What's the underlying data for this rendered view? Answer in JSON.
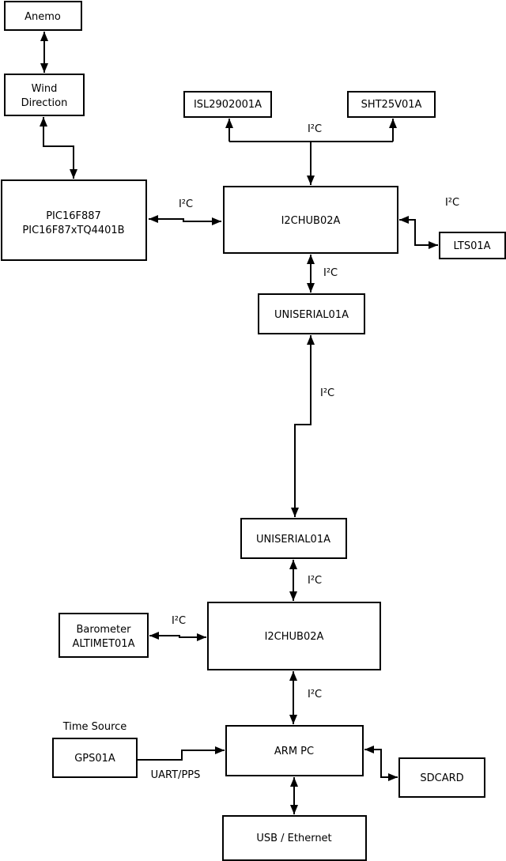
{
  "diagram": {
    "colors": {
      "line": "#000000",
      "background": "#ffffff",
      "box_fill": "#ffffff"
    },
    "nodes": {
      "anemo": {
        "label": "Anemo"
      },
      "wind_direction": {
        "line1": "Wind",
        "line2": "Direction"
      },
      "pic": {
        "line1": "PIC16F887",
        "line2": "PIC16F87xTQ4401B"
      },
      "isl2902001a": {
        "label": "ISL2902001A"
      },
      "sht25v01a": {
        "label": "SHT25V01A"
      },
      "i2chub_top": {
        "label": "I2CHUB02A"
      },
      "lts01a": {
        "label": "LTS01A"
      },
      "uniserial_top": {
        "label": "UNISERIAL01A"
      },
      "uniserial_bottom": {
        "label": "UNISERIAL01A"
      },
      "i2chub_bottom": {
        "label": "I2CHUB02A"
      },
      "barometer": {
        "line1": "Barometer",
        "line2": "ALTIMET01A"
      },
      "gps01a": {
        "label": "GPS01A"
      },
      "arm_pc": {
        "label": "ARM PC"
      },
      "sdcard": {
        "label": "SDCARD"
      },
      "usb_ethernet": {
        "label": "USB / Ethernet"
      }
    },
    "annotations": {
      "time_source": "Time Source",
      "uart_pps": "UART/PPS",
      "i2c": "I²C"
    },
    "edges": [
      {
        "from": "Anemo",
        "to": "Wind Direction",
        "label": "",
        "bidirectional": true
      },
      {
        "from": "Wind Direction",
        "to": "PIC16F887 PIC16F87xTQ4401B",
        "label": "",
        "bidirectional": true
      },
      {
        "from": "PIC16F887 PIC16F87xTQ4401B",
        "to": "I2CHUB02A (top)",
        "label": "I²C",
        "bidirectional": true
      },
      {
        "from": "I2CHUB02A (top)",
        "to": "ISL2902001A",
        "label": "I²C",
        "bidirectional": true,
        "type": "bus"
      },
      {
        "from": "I2CHUB02A (top)",
        "to": "SHT25V01A",
        "label": "I²C",
        "bidirectional": true,
        "type": "bus"
      },
      {
        "from": "I2CHUB02A (top)",
        "to": "LTS01A",
        "label": "I²C",
        "bidirectional": true
      },
      {
        "from": "I2CHUB02A (top)",
        "to": "UNISERIAL01A (top)",
        "label": "I²C",
        "bidirectional": true
      },
      {
        "from": "UNISERIAL01A (top)",
        "to": "UNISERIAL01A (bottom)",
        "label": "I²C",
        "bidirectional": true
      },
      {
        "from": "UNISERIAL01A (bottom)",
        "to": "I2CHUB02A (bottom)",
        "label": "I²C",
        "bidirectional": true
      },
      {
        "from": "Barometer ALTIMET01A",
        "to": "I2CHUB02A (bottom)",
        "label": "I²C",
        "bidirectional": true
      },
      {
        "from": "I2CHUB02A (bottom)",
        "to": "ARM PC",
        "label": "I²C",
        "bidirectional": true
      },
      {
        "from": "GPS01A",
        "to": "ARM PC",
        "label": "UART/PPS",
        "bidirectional": false
      },
      {
        "from": "ARM PC",
        "to": "SDCARD",
        "label": "",
        "bidirectional": true
      },
      {
        "from": "ARM PC",
        "to": "USB / Ethernet",
        "label": "",
        "bidirectional": true
      }
    ]
  }
}
